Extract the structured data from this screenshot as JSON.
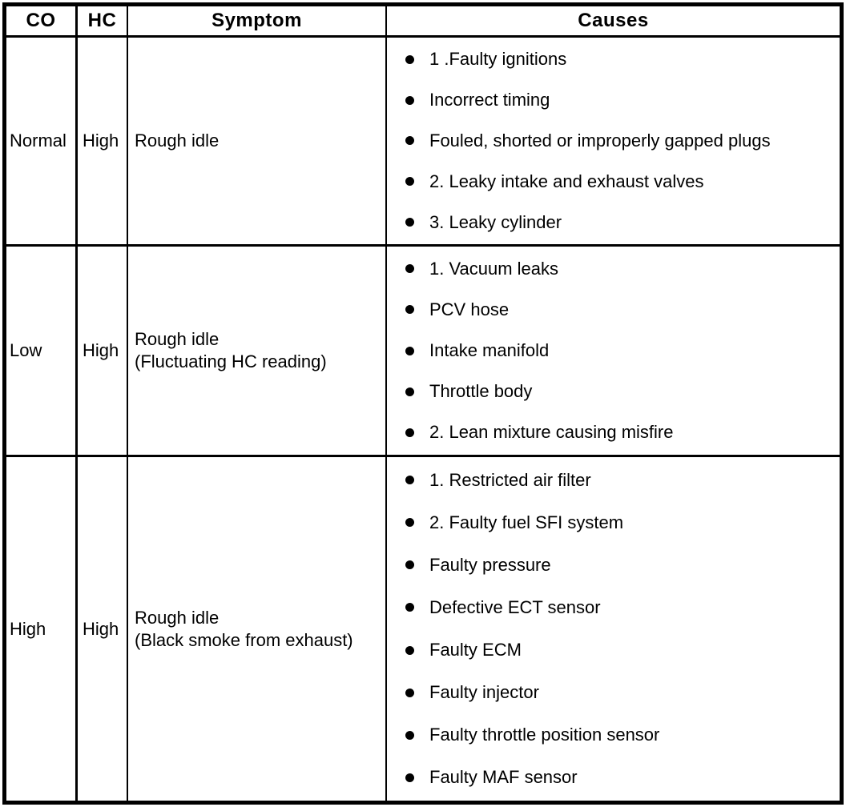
{
  "table": {
    "headers": {
      "co": "CO",
      "hc": "HC",
      "symptom": "Symptom",
      "causes": "Causes"
    },
    "rows": [
      {
        "co": "Normal",
        "hc": "High",
        "symptom": "Rough idle",
        "symptom_note": "",
        "causes": [
          "1 .Faulty ignitions",
          "Incorrect timing",
          "Fouled, shorted or improperly gapped plugs",
          "2. Leaky intake and exhaust valves",
          "3. Leaky cylinder"
        ]
      },
      {
        "co": "Low",
        "hc": "High",
        "symptom": "Rough idle",
        "symptom_note": "(Fluctuating HC reading)",
        "causes": [
          "1. Vacuum leaks",
          "PCV hose",
          "Intake manifold",
          "Throttle body",
          "2. Lean mixture causing misfire"
        ]
      },
      {
        "co": "High",
        "hc": "High",
        "symptom": "Rough idle",
        "symptom_note": "(Black smoke from exhaust)",
        "causes": [
          "1. Restricted air filter",
          "2. Faulty fuel SFI system",
          "Faulty pressure",
          "Defective ECT sensor",
          "Faulty ECM",
          "Faulty injector",
          "Faulty throttle position sensor",
          "Faulty MAF sensor"
        ]
      }
    ],
    "colors": {
      "ink": "#000000",
      "paper": "#ffffff"
    }
  }
}
